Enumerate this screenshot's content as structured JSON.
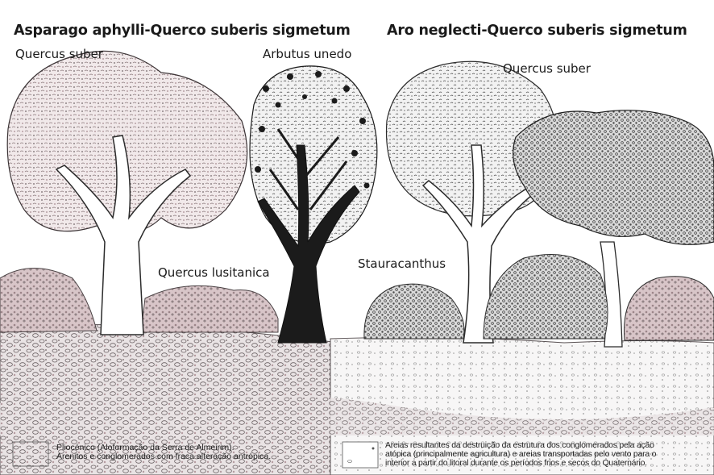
{
  "titles": {
    "left": "Asparago aphylli-Querco suberis sigmetum",
    "right": "Aro neglecti-Querco suberis sigmetum"
  },
  "labels": {
    "quercus_suber_left": "Quercus suber",
    "arbutus_unedo": "Arbutus unedo",
    "quercus_suber_right": "Quercus suber",
    "quercus_lusitanica": "Quercus lusitanica",
    "stauracanthus": "Stauracanthus"
  },
  "legend": {
    "pliocene": {
      "line1": "Pliocénico (Aloformação da Serra de Almeirim).",
      "line2": "Arenitos e conglomerados com fraca alteração antrópica."
    },
    "sands": {
      "line1": "Areias resultantes da destruição da estrutura dos conglomerados pela ação",
      "line2": "atópica (principalmente agricultura) e areias transportadas pelo vento para o",
      "line3": "interior a partir do litoral durante os períodos frios e secos do Quaternário."
    }
  },
  "colors": {
    "outline": "#2b2b2b",
    "canopy_pink": "#b8a0a4",
    "arbutus_dark": "#1b1b1b",
    "soil_pink": "#c7b4b7",
    "background": "#ffffff"
  }
}
